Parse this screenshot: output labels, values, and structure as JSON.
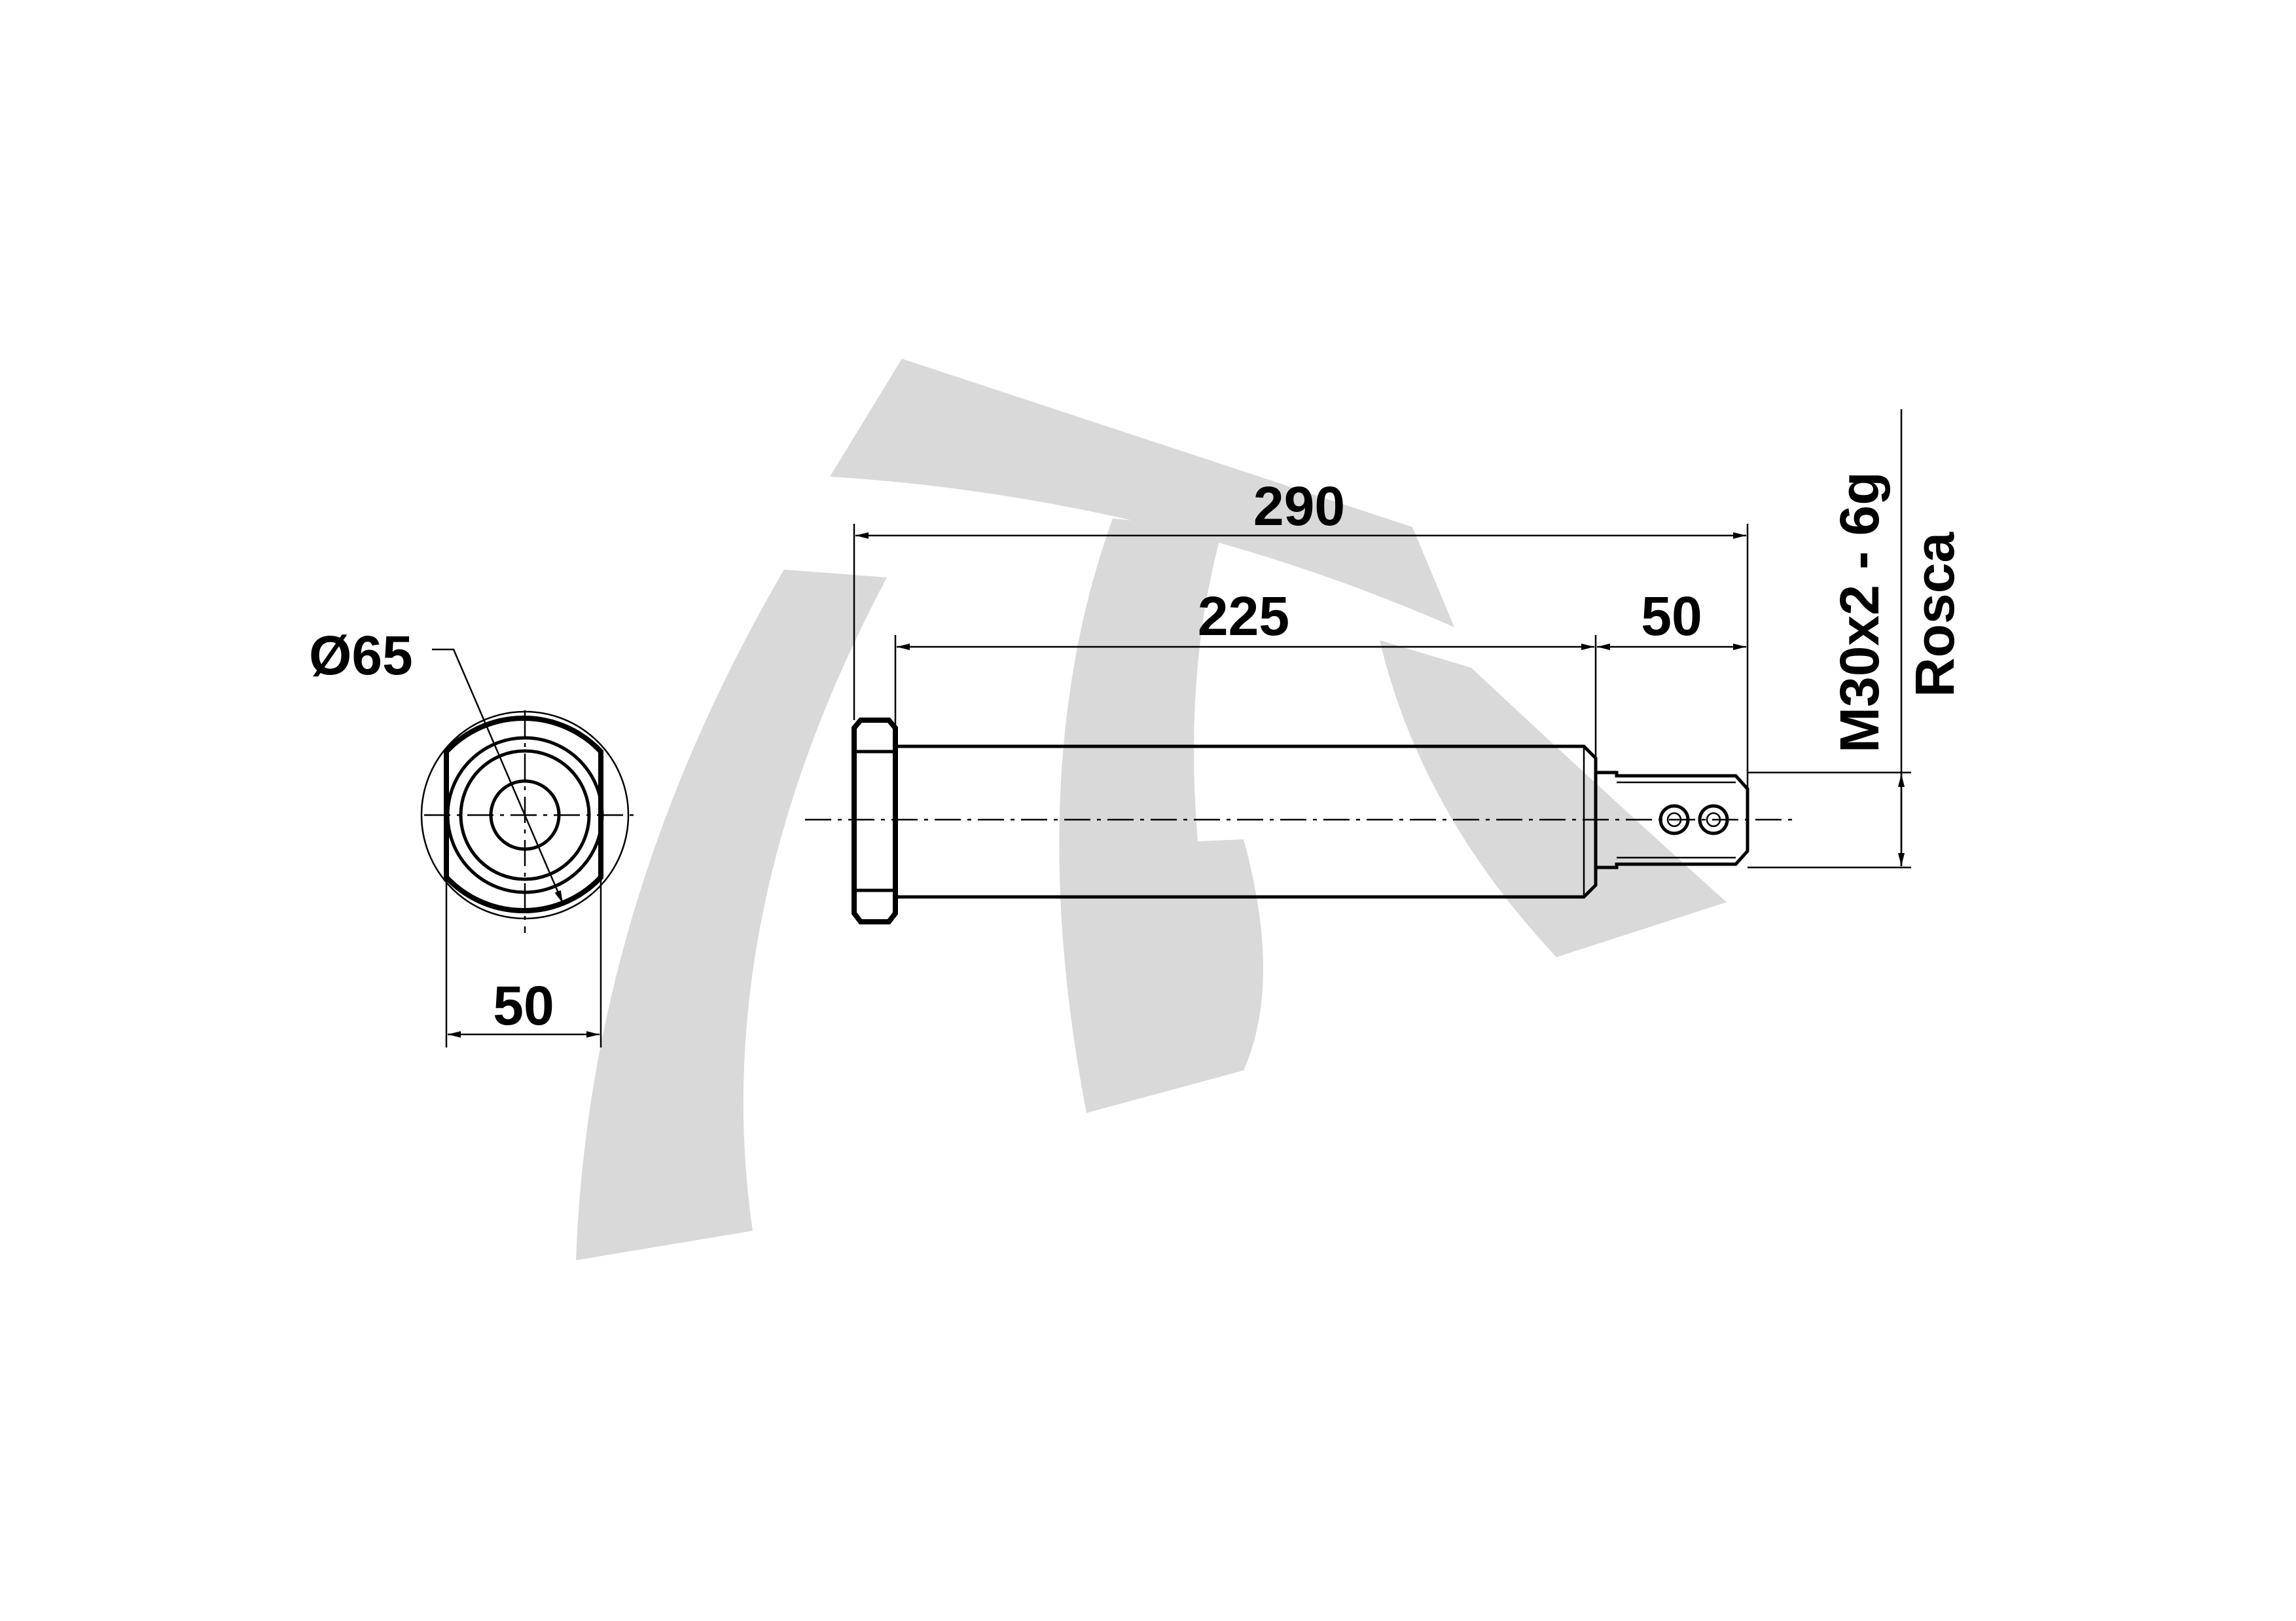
{
  "diagram": {
    "end_view": {
      "diameter_label": "Ø65",
      "width_label": "50"
    },
    "side_view": {
      "overall_length_label": "290",
      "body_length_label": "225",
      "thread_length_label": "50"
    },
    "thread_note": {
      "line1": "M30x2 - 6g",
      "line2": "Rosca"
    },
    "watermark": {
      "color": "#d9d9d9"
    }
  }
}
